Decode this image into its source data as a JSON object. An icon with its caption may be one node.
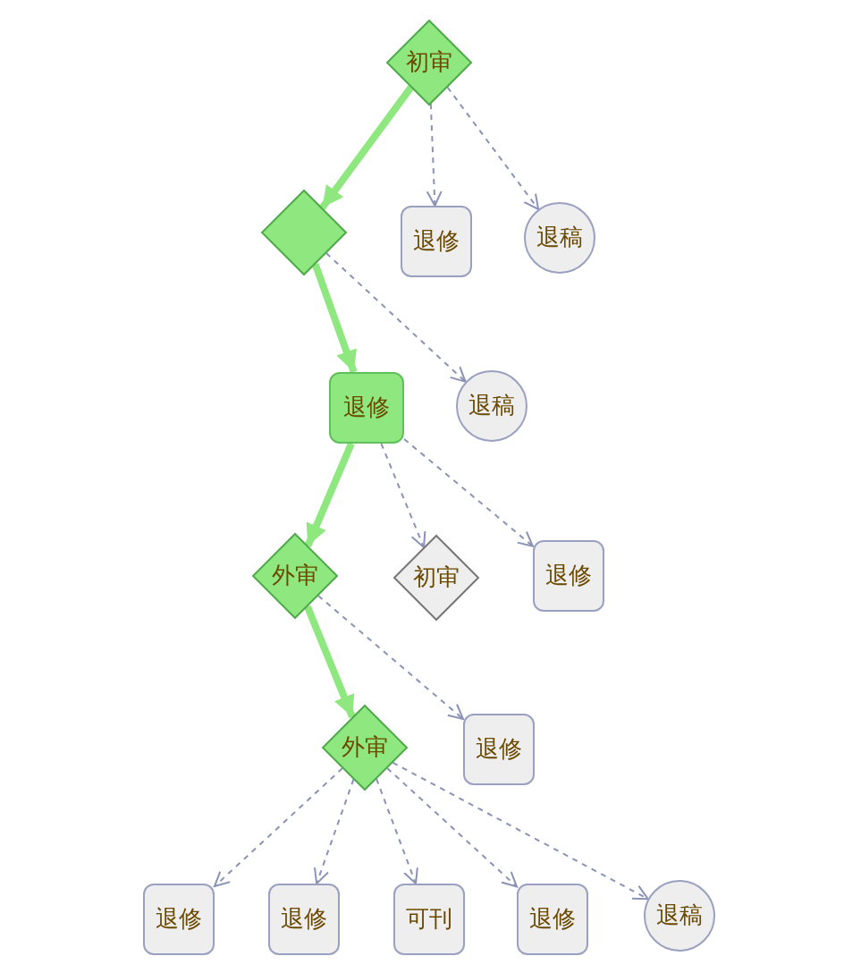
{
  "diagram": {
    "nodes": [
      {
        "text": [
          "初审"
        ]
      },
      {
        "text": [],
        "shape": "diamond"
      },
      {
        "text": [
          "退修"
        ]
      },
      {
        "text": [
          "退稿"
        ]
      },
      {
        "text": [
          "退修"
        ]
      },
      {
        "text": [
          "退稿"
        ]
      },
      {
        "text": [
          "外审"
        ]
      },
      {
        "text": [
          "初审"
        ]
      },
      {
        "text": [
          "退修"
        ]
      },
      {
        "text": [
          "退修"
        ]
      },
      {
        "text": [
          "外审"
        ]
      },
      {
        "text": [
          "退修"
        ]
      },
      {
        "text": [
          "退修"
        ]
      },
      {
        "text": [
          "可刊"
        ]
      },
      {
        "text": [
          "退修"
        ]
      },
      {
        "text": [
          "退稿"
        ]
      }
    ],
    "edges": [
      {
        "from": 0,
        "to": 1,
        "arrow": "to",
        "style": "thick",
        "color": "#8ee87f"
      },
      {
        "from": 0,
        "to": 2,
        "arrow": "to",
        "style": "dashed"
      },
      {
        "from": 0,
        "to": 3,
        "arrow": "to",
        "style": "dashed"
      },
      {
        "from": 1,
        "to": 4,
        "arrow": "to",
        "style": "thick",
        "color": "#8ee87f"
      },
      {
        "from": 1,
        "to": 5,
        "arrow": "to",
        "style": "dashed"
      },
      {
        "from": 4,
        "to": 6,
        "arrow": "to",
        "style": "thick",
        "color": "#8ee87f"
      },
      {
        "from": 4,
        "to": 7,
        "arrow": "to",
        "style": "dashed"
      },
      {
        "from": 4,
        "to": 8,
        "arrow": "to",
        "style": "dashed"
      },
      {
        "from": 6,
        "to": 10,
        "arrow": "to",
        "style": "thick",
        "color": "#8ee87f"
      },
      {
        "from": 6,
        "to": 9,
        "arrow": "to",
        "style": "dashed"
      },
      {
        "from": 10,
        "to": 11,
        "arrow": "to",
        "style": "dashed"
      },
      {
        "from": 10,
        "to": 12,
        "arrow": "to",
        "style": "dashed"
      },
      {
        "from": 10,
        "to": 13,
        "arrow": "to",
        "style": "dashed"
      },
      {
        "from": 10,
        "to": 14,
        "arrow": "to",
        "style": "dashed"
      },
      {
        "from": 10,
        "to": 15,
        "arrow": "to",
        "style": "dashed"
      }
    ]
  }
}
